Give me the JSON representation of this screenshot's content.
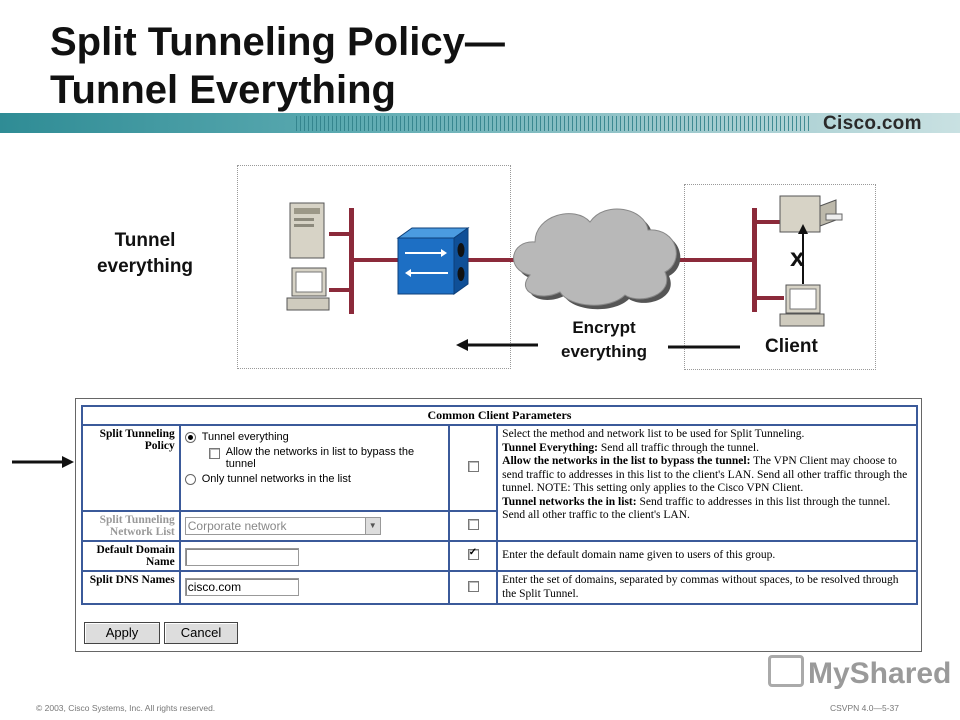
{
  "slide": {
    "title_line1": "Split Tunneling Policy—",
    "title_line2": "Tunnel Everything",
    "brand": "Cisco.com"
  },
  "diagram": {
    "left_label_line1": "Tunnel",
    "left_label_line2": "everything",
    "encrypt_line1": "Encrypt",
    "encrypt_line2": "everything",
    "client_label": "Client",
    "x_mark": "x"
  },
  "panel": {
    "header": "Common Client Parameters",
    "rows": [
      {
        "label": "Split Tunneling Policy",
        "options": [
          {
            "label": "Tunnel everything",
            "selected": true
          },
          {
            "label": "Allow the networks in list to bypass the tunnel",
            "checked": false
          },
          {
            "label": "Only tunnel networks in the list",
            "selected": false
          }
        ],
        "inherit_checked": false,
        "description_parts": [
          {
            "text": "Select the method and network list to be used for Split Tunneling.",
            "bold": false
          },
          {
            "text": "Tunnel Everything:",
            "bold": true
          },
          {
            "text": " Send all traffic through the tunnel.",
            "bold": false
          },
          {
            "text": "Allow the networks in the list to bypass the tunnel:",
            "bold": true
          },
          {
            "text": " The VPN Client may choose to send traffic to addresses in this list to the client's LAN. Send all other traffic through the tunnel. NOTE: This setting only applies to the Cisco VPN Client.",
            "bold": false
          },
          {
            "text": "Tunnel networks the in list:",
            "bold": true
          },
          {
            "text": " Send traffic to addresses in this list through the tunnel. Send all other traffic to the client's LAN.",
            "bold": false
          }
        ]
      },
      {
        "label": "Split Tunneling Network List",
        "value": "Corporate network",
        "inherit_checked": false
      },
      {
        "label": "Default Domain Name",
        "value": "",
        "inherit_checked": true,
        "description": "Enter the default domain name given to users of this group."
      },
      {
        "label": "Split DNS Names",
        "value": "cisco.com",
        "inherit_checked": false,
        "description": "Enter the set of domains, separated by commas without spaces, to be resolved through the Split Tunnel."
      }
    ],
    "apply_label": "Apply",
    "cancel_label": "Cancel"
  },
  "footer": {
    "copyright": "© 2003, Cisco Systems, Inc. All rights reserved.",
    "course_code": "CSVPN 4.0—5-37",
    "watermark": "MyShared"
  },
  "colors": {
    "band": "#2f8c95",
    "table_border": "#3b5a9a",
    "concentrator": "#1d6fc4",
    "link": "#8b2a3a",
    "cloud": "#b8b8b8"
  },
  "icons": [
    "server-icon",
    "workstation-icon",
    "vpn-concentrator-icon",
    "internet-cloud-icon",
    "printer-icon",
    "client-pc-icon",
    "arrow-left-icon",
    "arrow-right-icon"
  ]
}
